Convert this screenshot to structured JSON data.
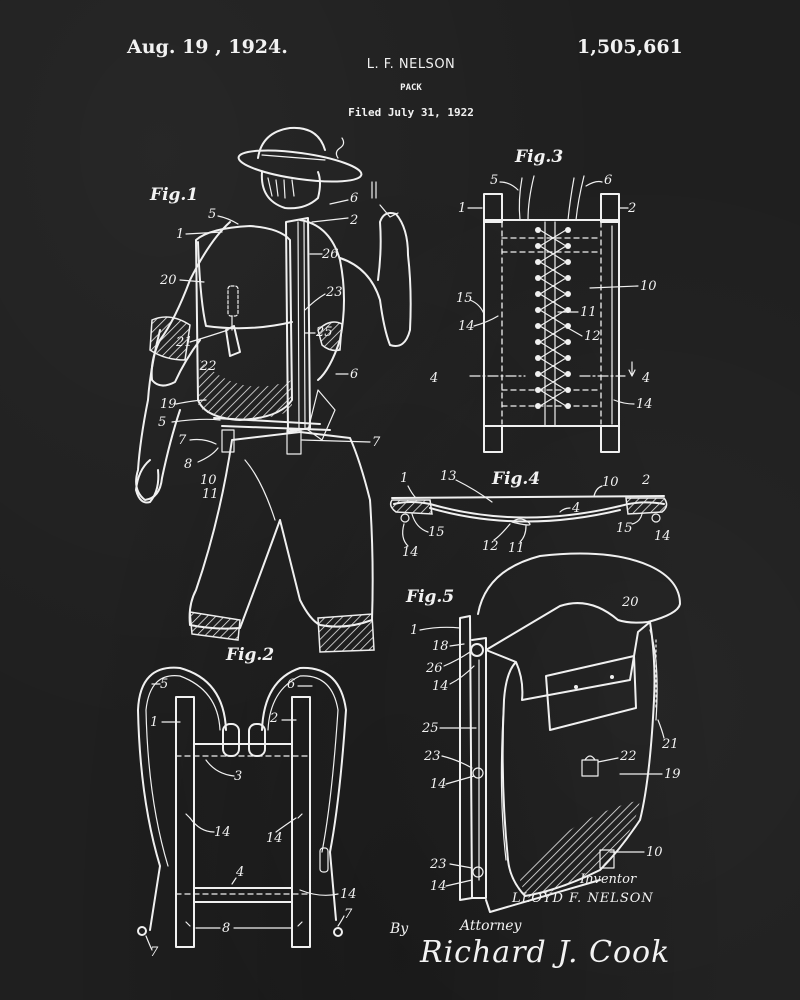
{
  "header": {
    "date": "Aug. 19 , 1924.",
    "patent_number": "1,505,661",
    "inventor": "L. F. NELSON",
    "title": "PACK",
    "filed": "Filed July 31, 1922"
  },
  "figures": {
    "fig1": {
      "label": "Fig.1",
      "callouts": [
        "1",
        "2",
        "5",
        "6",
        "20",
        "26",
        "23",
        "25",
        "21",
        "22",
        "19",
        "5",
        "6",
        "7",
        "8",
        "10",
        "11",
        "7"
      ]
    },
    "fig2": {
      "label": "Fig.2",
      "callouts": [
        "5",
        "6",
        "1",
        "2",
        "3",
        "14",
        "14",
        "4",
        "14",
        "7",
        "8",
        "7"
      ]
    },
    "fig3": {
      "label": "Fig.3",
      "callouts": [
        "5",
        "6",
        "1",
        "2",
        "10",
        "15",
        "14",
        "11",
        "12",
        "4",
        "4",
        "14"
      ]
    },
    "fig4": {
      "label": "Fig.4",
      "callouts": [
        "1",
        "13",
        "10",
        "2",
        "4",
        "15",
        "15",
        "14",
        "14",
        "12",
        "11"
      ]
    },
    "fig5": {
      "label": "Fig.5",
      "callouts": [
        "20",
        "1",
        "18",
        "26",
        "14",
        "25",
        "23",
        "14",
        "22",
        "19",
        "21",
        "10",
        "23",
        "14"
      ]
    }
  },
  "signature": {
    "inventor_word": "Inventor",
    "inventor_name": "LLOYD F. NELSON",
    "by": "By",
    "attorney_word": "Attorney",
    "attorney_signature": "Richard J. Cook"
  },
  "colors": {
    "background": "#1f1f1f",
    "ink": "#f0f0f0"
  }
}
